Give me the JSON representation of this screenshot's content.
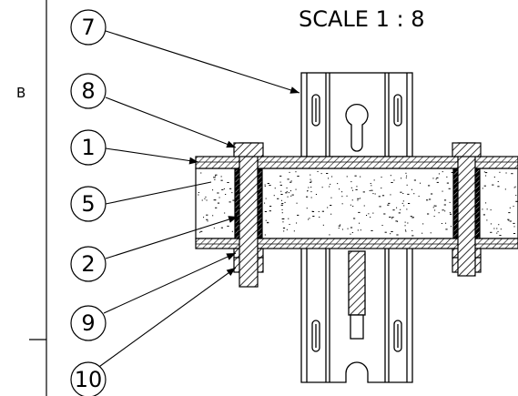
{
  "drawing": {
    "scale_label": "SCALE 1 : 8",
    "zone_label": "B",
    "callouts": [
      {
        "label": "7",
        "part": "channel"
      },
      {
        "label": "8",
        "part": "bolt-head"
      },
      {
        "label": "1",
        "part": "top-sheet"
      },
      {
        "label": "5",
        "part": "foam-core"
      },
      {
        "label": "2",
        "part": "gasket"
      },
      {
        "label": "9",
        "part": "washer"
      },
      {
        "label": "10",
        "part": "nut"
      }
    ]
  }
}
